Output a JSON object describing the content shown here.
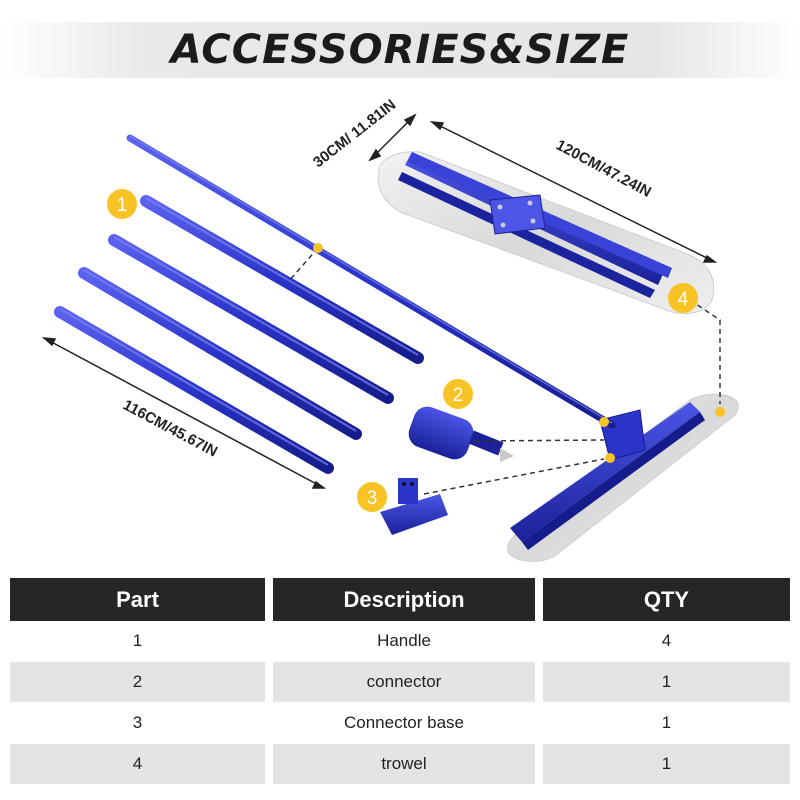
{
  "title": "ACCESSORIES&SIZE",
  "dimensions": {
    "trowel_width": "30CM/ 11.81IN",
    "trowel_length": "120CM/47.24IN",
    "handle_length": "116CM/45.67IN"
  },
  "callouts": [
    "1",
    "2",
    "3",
    "4"
  ],
  "colors": {
    "accent_blue": "#2a34c8",
    "callout_yellow": "#f7c325",
    "header_dark": "#262626",
    "row_shade": "#e4e4e4"
  },
  "table": {
    "headers": [
      "Part",
      "Description",
      "QTY"
    ],
    "rows": [
      {
        "part": "1",
        "description": "Handle",
        "qty": "4"
      },
      {
        "part": "2",
        "description": "connector",
        "qty": "1"
      },
      {
        "part": "3",
        "description": "Connector base",
        "qty": "1"
      },
      {
        "part": "4",
        "description": "trowel",
        "qty": "1"
      }
    ]
  }
}
